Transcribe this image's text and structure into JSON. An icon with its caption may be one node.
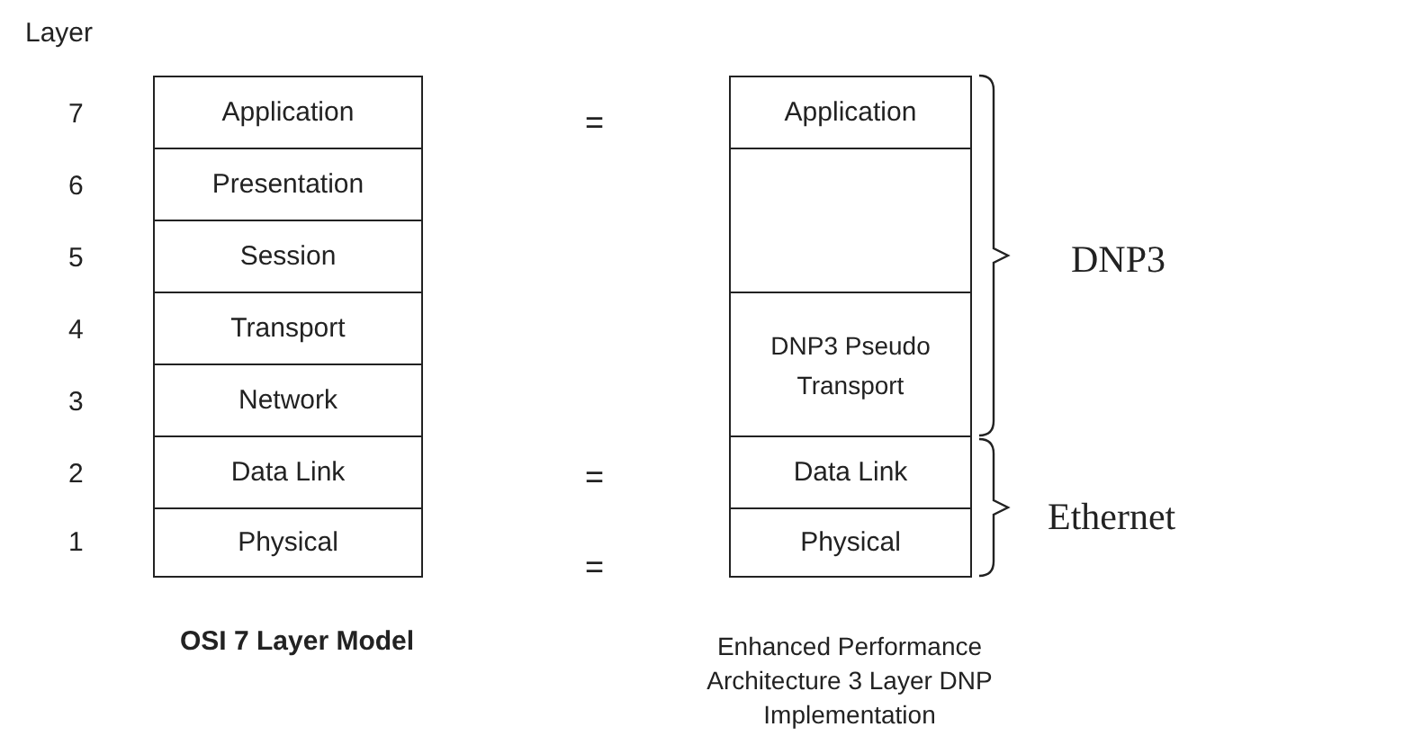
{
  "diagram": {
    "nodes": [
      {
        "text": [
          "Application"
        ]
      },
      {
        "text": [
          "Presentation"
        ]
      },
      {
        "text": [
          "Session"
        ]
      },
      {
        "text": [
          "Transport"
        ]
      },
      {
        "text": [
          "Network"
        ]
      },
      {
        "text": [
          "Data Link"
        ]
      },
      {
        "text": [
          "Physical"
        ]
      },
      {
        "text": [
          "Application"
        ]
      },
      {
        "text": [],
        "shape": "box"
      },
      {
        "text": [
          "DNP3 Pseudo Transport"
        ]
      },
      {
        "text": [
          "Data Link"
        ]
      },
      {
        "text": [
          "Physical"
        ]
      }
    ],
    "edges": [],
    "labels": [
      "Layer",
      "7",
      "=",
      "6",
      "5",
      "DNP3",
      "4",
      "3",
      "2",
      "=",
      "Ethernet",
      "1",
      "=",
      "OSI 7 Layer Model",
      "Enhanced Performance Architecture 3 Layer DNP Implementation"
    ]
  }
}
